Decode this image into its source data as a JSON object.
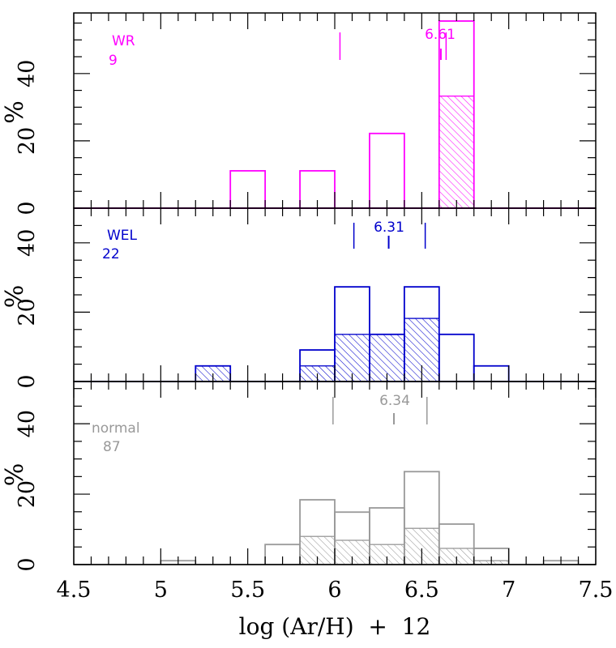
{
  "chart_data": {
    "type": "bar",
    "xlabel": "log (Ar/H)  +  12",
    "x_ticks": [
      "4.5",
      "5",
      "5.5",
      "6",
      "6.5",
      "7",
      "7.5"
    ],
    "xlim": [
      4.5,
      7.5
    ],
    "bin_width": 0.2,
    "panels": [
      {
        "label": "WR",
        "count": "9",
        "color": "#ff00ff",
        "ylabel": "%",
        "ylim": [
          0,
          58
        ],
        "y_ticks": [
          "0",
          "20",
          "40"
        ],
        "median_label": "6.61",
        "median": 6.61,
        "range_markers": [
          6.03,
          6.64
        ],
        "bins": [
          {
            "x0": 5.4,
            "total": 11.1,
            "hatched": 0
          },
          {
            "x0": 5.8,
            "total": 11.1,
            "hatched": 0
          },
          {
            "x0": 6.2,
            "total": 22.2,
            "hatched": 0
          },
          {
            "x0": 6.6,
            "total": 55.6,
            "hatched": 33.3
          }
        ]
      },
      {
        "label": "WEL",
        "count": "22",
        "color": "#0000cc",
        "ylabel": "%",
        "ylim": [
          0,
          50
        ],
        "y_ticks": [
          "0",
          "20",
          "40"
        ],
        "median_label": "6.31",
        "median": 6.31,
        "range_markers": [
          6.11,
          6.52
        ],
        "bins": [
          {
            "x0": 5.2,
            "total": 4.5,
            "hatched": 4.5
          },
          {
            "x0": 5.8,
            "total": 9.1,
            "hatched": 4.5
          },
          {
            "x0": 6.0,
            "total": 27.3,
            "hatched": 13.6
          },
          {
            "x0": 6.2,
            "total": 13.6,
            "hatched": 13.6
          },
          {
            "x0": 6.4,
            "total": 27.3,
            "hatched": 18.2
          },
          {
            "x0": 6.6,
            "total": 13.6,
            "hatched": 0
          },
          {
            "x0": 6.8,
            "total": 4.5,
            "hatched": 0
          }
        ]
      },
      {
        "label": "normal",
        "count": "87",
        "color": "#999999",
        "ylabel": "%",
        "ylim": [
          0,
          52
        ],
        "y_ticks": [
          "0",
          "20",
          "40"
        ],
        "median_label": "6.34",
        "median": 6.34,
        "range_markers": [
          5.99,
          6.53
        ],
        "bins": [
          {
            "x0": 5.0,
            "total": 1.1,
            "hatched": 0
          },
          {
            "x0": 5.6,
            "total": 5.7,
            "hatched": 0
          },
          {
            "x0": 5.8,
            "total": 18.4,
            "hatched": 8.0
          },
          {
            "x0": 6.0,
            "total": 14.9,
            "hatched": 6.9
          },
          {
            "x0": 6.2,
            "total": 16.1,
            "hatched": 5.7
          },
          {
            "x0": 6.4,
            "total": 26.4,
            "hatched": 10.3
          },
          {
            "x0": 6.6,
            "total": 11.5,
            "hatched": 4.6
          },
          {
            "x0": 6.8,
            "total": 4.6,
            "hatched": 1.1
          },
          {
            "x0": 7.2,
            "total": 1.1,
            "hatched": 0
          }
        ]
      }
    ]
  }
}
